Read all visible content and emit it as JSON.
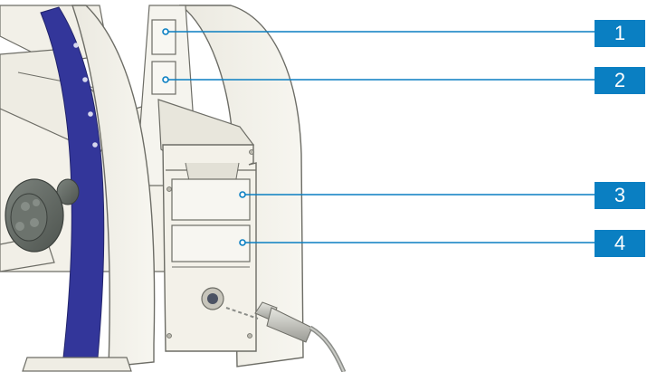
{
  "callouts": [
    {
      "label": "1"
    },
    {
      "label": "2"
    },
    {
      "label": "3"
    },
    {
      "label": "4"
    }
  ],
  "colors": {
    "callout_blue": "#0a7fc2",
    "rail_blue": "#33369a",
    "housing": "#f4f2ea",
    "outline": "#6d6d66",
    "knob": "#5f6660",
    "cable": "#8a8c88"
  },
  "icons": [
    "focus-knob-icon",
    "power-socket-icon",
    "cable-plug-icon"
  ]
}
